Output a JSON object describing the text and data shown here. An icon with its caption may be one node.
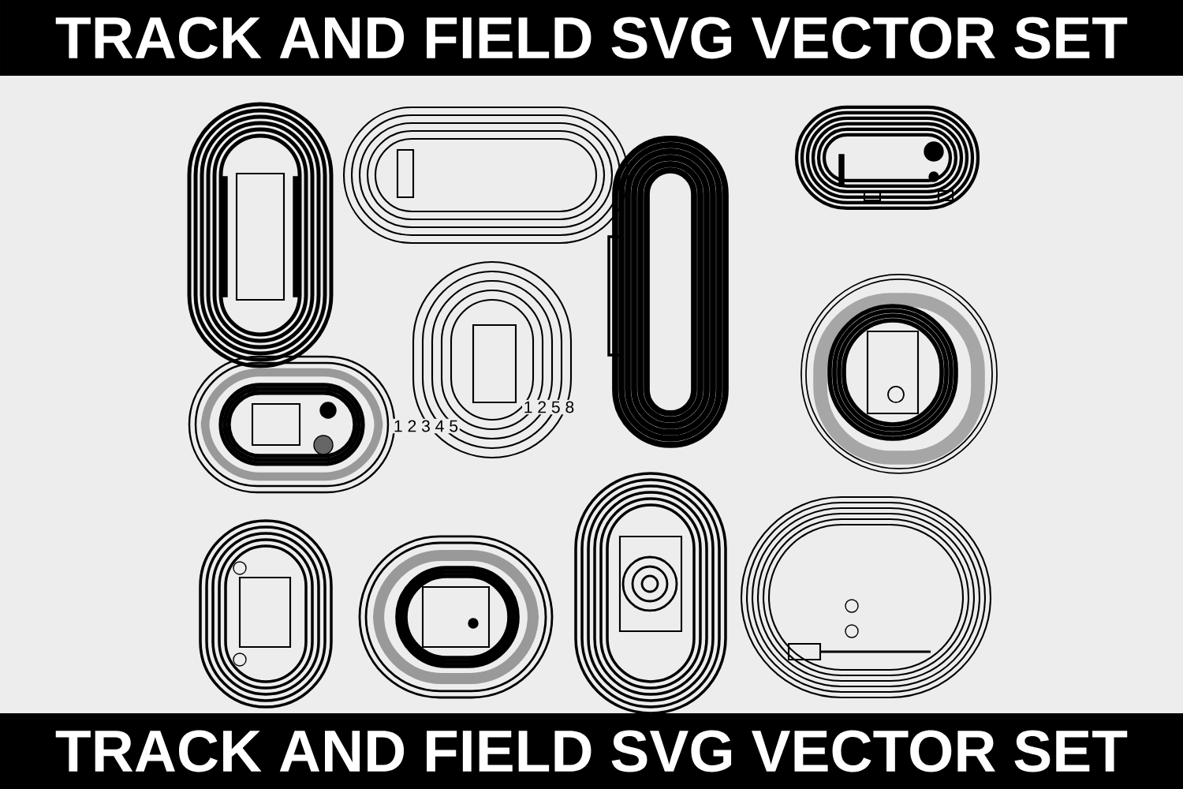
{
  "diagram": {
    "title": "TRACK AND FIELD SVG VECTOR SET",
    "caption": "TRACK AND FIELD SVG VECTOR SET",
    "labels": [
      "1 2 3 4 5",
      "1 2 5 8"
    ]
  }
}
